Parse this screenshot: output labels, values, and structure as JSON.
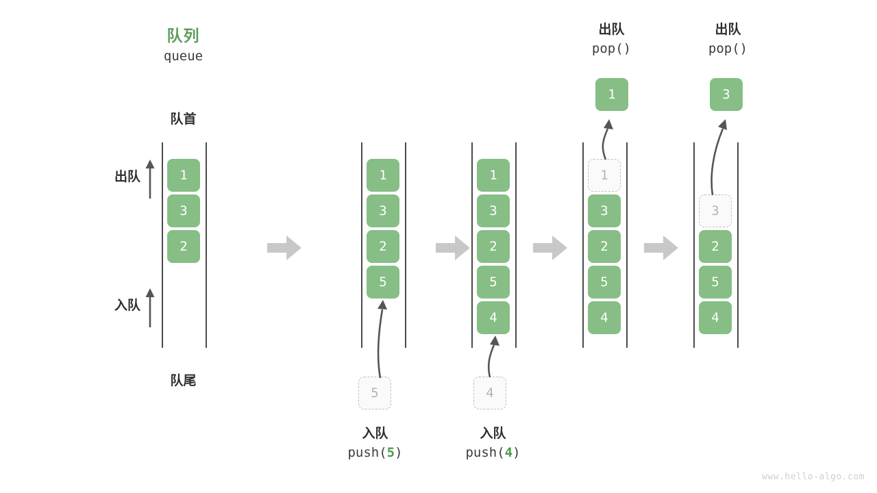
{
  "title": {
    "cn": "队列",
    "en": "queue",
    "accent_color": "#5d9e5d"
  },
  "labels": {
    "head": "队首",
    "tail": "队尾",
    "dequeue_side": "出队",
    "enqueue_side": "入队"
  },
  "watermark": "www.hello-algo.com",
  "colors": {
    "element": "#86be86",
    "element_text": "#ffffff",
    "ghost_fill": "#fafafa",
    "ghost_border": "#c0c0c0",
    "ghost_text": "#b4b4b4",
    "rail": "#4a4a4a",
    "arrow": "#555555",
    "step_arrow": "#c8c8c8",
    "accent": "#5d9e5d",
    "text": "#2e2e2e"
  },
  "columns": [
    {
      "name": "initial-queue",
      "cells": [
        "1",
        "3",
        "2"
      ],
      "ghost_index": -1,
      "empty_leading": 0
    },
    {
      "name": "after-push-5",
      "cells": [
        "1",
        "3",
        "2",
        "5"
      ],
      "ghost_index": -1,
      "empty_leading": 0
    },
    {
      "name": "after-push-4",
      "cells": [
        "1",
        "3",
        "2",
        "5",
        "4"
      ],
      "ghost_index": -1,
      "empty_leading": 0
    },
    {
      "name": "after-pop-1",
      "cells": [
        "1",
        "3",
        "2",
        "5",
        "4"
      ],
      "ghost_index": 0,
      "empty_leading": 0
    },
    {
      "name": "after-pop-3",
      "cells": [
        "3",
        "2",
        "5",
        "4"
      ],
      "ghost_index": 0,
      "empty_leading": 1
    }
  ],
  "operations": {
    "push_5": {
      "cn": "入队",
      "code_prefix": "push(",
      "arg": "5",
      "code_suffix": ")",
      "incoming_value": "5"
    },
    "push_4": {
      "cn": "入队",
      "code_prefix": "push(",
      "arg": "4",
      "code_suffix": ")",
      "incoming_value": "4"
    },
    "pop_1": {
      "cn": "出队",
      "code_prefix": "pop(",
      "arg": "",
      "code_suffix": ")",
      "outgoing_value": "1"
    },
    "pop_3": {
      "cn": "出队",
      "code_prefix": "pop(",
      "arg": "",
      "code_suffix": ")",
      "outgoing_value": "3"
    }
  }
}
